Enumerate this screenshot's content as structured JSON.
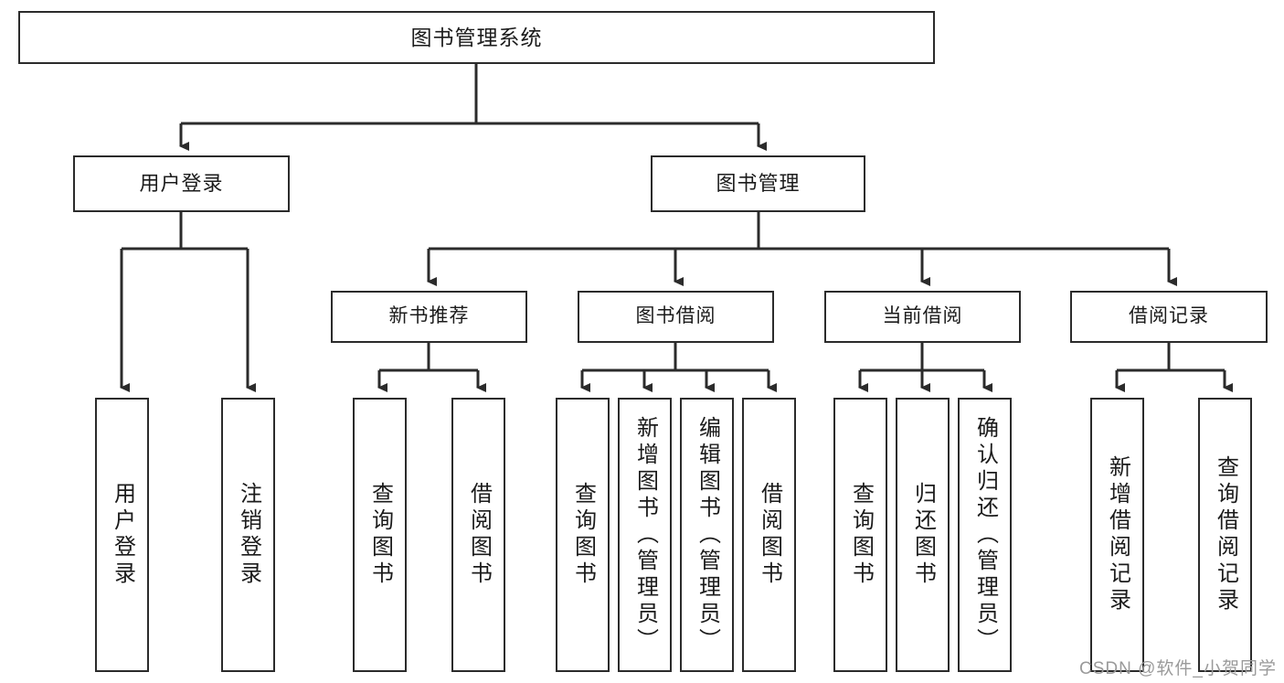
{
  "diagram": {
    "title": "图书管理系统",
    "type": "hierarchy-tree",
    "root": {
      "label": "图书管理系统"
    },
    "level2": [
      {
        "label": "用户登录"
      },
      {
        "label": "图书管理"
      }
    ],
    "level3": [
      {
        "label": "新书推荐"
      },
      {
        "label": "图书借阅"
      },
      {
        "label": "当前借阅"
      },
      {
        "label": "借阅记录"
      }
    ],
    "leaves": {
      "user_login": [
        {
          "label": "用户登录"
        },
        {
          "label": "注销登录"
        }
      ],
      "new_book_recommend": [
        {
          "label": "查询图书"
        },
        {
          "label": "借阅图书"
        }
      ],
      "book_borrow": [
        {
          "label": "查询图书"
        },
        {
          "label": "新增图书（管理员）"
        },
        {
          "label": "编辑图书（管理员）"
        },
        {
          "label": "借阅图书"
        }
      ],
      "current_borrow": [
        {
          "label": "查询图书"
        },
        {
          "label": "归还图书"
        },
        {
          "label": "确认归还（管理员）"
        }
      ],
      "borrow_record": [
        {
          "label": "新增借阅记录"
        },
        {
          "label": "查询借阅记录"
        }
      ]
    }
  },
  "watermark": {
    "text": "CSDN @软件_小贺同学"
  },
  "colors": {
    "stroke": "#2b2b2b",
    "fill": "#ffffff",
    "text": "#1b1b1b",
    "watermark": "#9a9a9a"
  }
}
